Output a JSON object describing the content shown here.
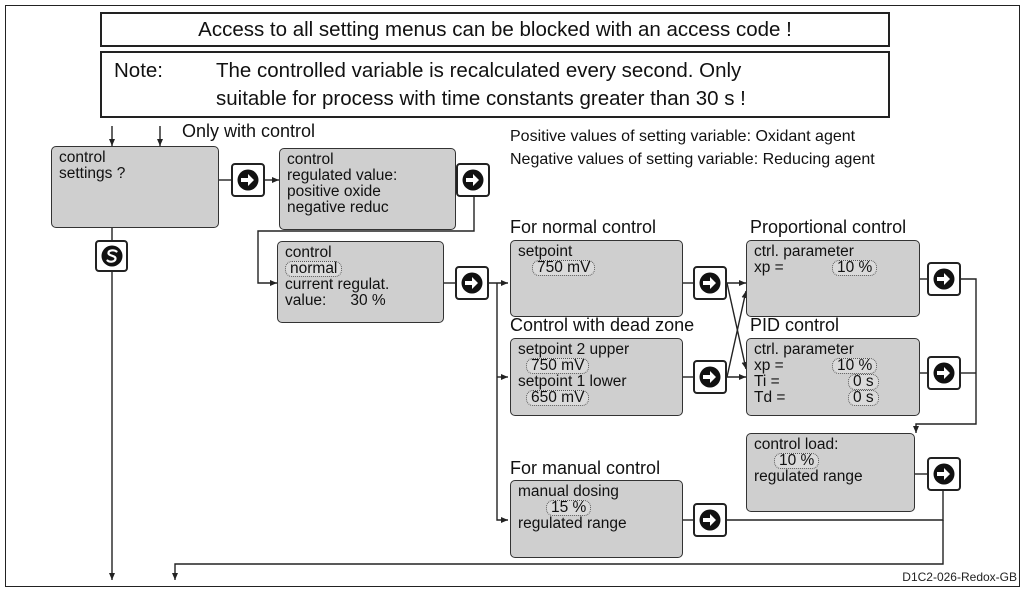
{
  "banner": {
    "access": "Access to all setting menus can be blocked with an access code !",
    "note_label": "Note:",
    "note_line1": "The controlled variable is recalculated every second. Only",
    "note_line2": "suitable for process with time constants greater than 30 s !"
  },
  "only_with_control": "Only with control",
  "legend": {
    "pos": "Positive values of setting variable:",
    "pos_val": "Oxidant agent",
    "neg": "Negative values of setting variable:",
    "neg_val": "Reducing agent"
  },
  "box_settings": {
    "l1": "control",
    "l2": "settings ?"
  },
  "box_regulated": {
    "l1": "control",
    "l2": "regulated value:",
    "l3": "positive oxide",
    "l4": "negative reduc"
  },
  "box_mode": {
    "l1": "control",
    "l2": "normal",
    "l3": "current regulat.",
    "l4a": "value:",
    "l4b": "30 %"
  },
  "normal": {
    "heading": "For normal control",
    "l1": "setpoint",
    "v1": "750 mV"
  },
  "deadzone": {
    "heading": "Control with dead zone",
    "l1": "setpoint 2 upper",
    "v1": "750 mV",
    "l2": "setpoint 1 lower",
    "v2": "650 mV"
  },
  "manual": {
    "heading": "For manual control",
    "l1": "manual dosing",
    "v1": "15 %",
    "l2": "regulated range"
  },
  "proportional": {
    "heading": "Proportional control",
    "l1": "ctrl. parameter",
    "l2": "xp =",
    "v2": "10 %"
  },
  "pid": {
    "heading": "PID control",
    "l1": "ctrl. parameter",
    "l2": "xp =",
    "v2": "10 %",
    "l3": "Ti =",
    "v3": "0 s",
    "l4": "Td =",
    "v4": "0 s"
  },
  "load": {
    "l1": "control load:",
    "v1": "10 %",
    "l2": "regulated range"
  },
  "drawing_code": "D1C2-026-Redox-GB",
  "icons": {
    "next": "enter-arrow-icon",
    "back": "escape-s-icon"
  }
}
